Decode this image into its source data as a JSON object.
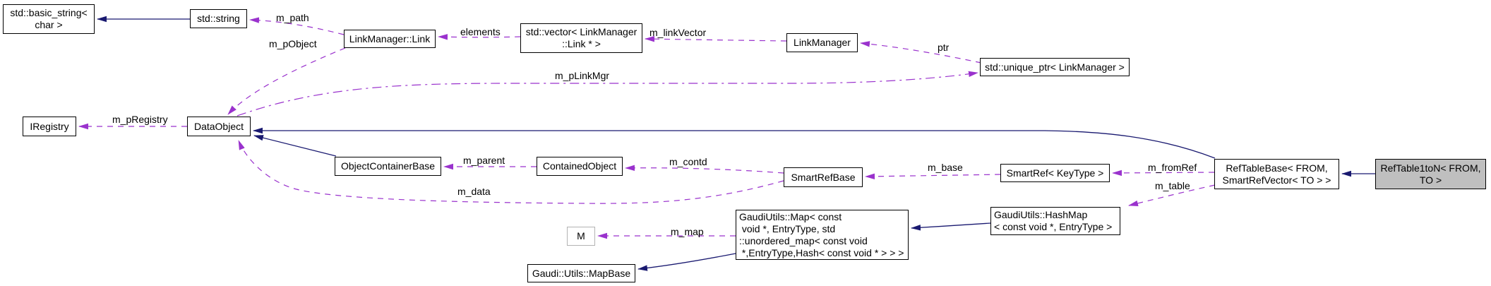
{
  "diagram": {
    "type": "doxygen-collaboration-graph",
    "colors": {
      "inheritance_edge": "#191970",
      "usage_edge": "#9a32cd",
      "node_border": "#000000",
      "node_background": "#ffffff",
      "current_node_background": "#bfbfbf",
      "template_param_border": "#b3b3b3"
    },
    "nodes": [
      {
        "id": "std-basic-string",
        "label": "std::basic_string<\nchar >"
      },
      {
        "id": "std-string",
        "label": "std::string"
      },
      {
        "id": "linkmanager-link",
        "label": "LinkManager::Link"
      },
      {
        "id": "std-vector-link",
        "label": "std::vector< LinkManager\n::Link * >"
      },
      {
        "id": "linkmanager",
        "label": "LinkManager"
      },
      {
        "id": "std-unique-ptr",
        "label": "std::unique_ptr< LinkManager >"
      },
      {
        "id": "iregistry",
        "label": "IRegistry"
      },
      {
        "id": "dataobject",
        "label": "DataObject"
      },
      {
        "id": "objectcontainerbase",
        "label": "ObjectContainerBase"
      },
      {
        "id": "containedobject",
        "label": "ContainedObject"
      },
      {
        "id": "smartrefbase",
        "label": "SmartRefBase"
      },
      {
        "id": "smartref-keytype",
        "label": "SmartRef< KeyType >"
      },
      {
        "id": "reftablebase",
        "label": "RefTableBase< FROM,\nSmartRefVector< TO > >"
      },
      {
        "id": "reftable1ton",
        "label": "RefTable1toN< FROM,\nTO >",
        "current": true
      },
      {
        "id": "gaudiutils-map",
        "label": "GaudiUtils::Map< const\n void *, EntryType, std\n::unordered_map< const void\n *,EntryType,Hash< const void * > > >"
      },
      {
        "id": "gaudiutils-hashmap",
        "label": "GaudiUtils::HashMap\n< const void *, EntryType >"
      },
      {
        "id": "template-param-m",
        "label": "M"
      },
      {
        "id": "gaudi-utils-mapbase",
        "label": "Gaudi::Utils::MapBase"
      }
    ],
    "edges": [
      {
        "from": "std-string",
        "to": "std-basic-string",
        "kind": "inheritance",
        "label": ""
      },
      {
        "from": "linkmanager-link",
        "to": "std-string",
        "kind": "usage",
        "label": "m_path"
      },
      {
        "from": "linkmanager-link",
        "to": "dataobject",
        "kind": "usage",
        "label": "m_pObject"
      },
      {
        "from": "std-vector-link",
        "to": "linkmanager-link",
        "kind": "usage",
        "label": "elements"
      },
      {
        "from": "linkmanager",
        "to": "std-vector-link",
        "kind": "usage",
        "label": "m_linkVector"
      },
      {
        "from": "std-unique-ptr",
        "to": "linkmanager",
        "kind": "usage",
        "label": "ptr"
      },
      {
        "from": "dataobject",
        "to": "std-unique-ptr",
        "kind": "usage",
        "label": "m_pLinkMgr"
      },
      {
        "from": "dataobject",
        "to": "iregistry",
        "kind": "usage",
        "label": "m_pRegistry"
      },
      {
        "from": "reftablebase",
        "to": "dataobject",
        "kind": "inheritance",
        "label": ""
      },
      {
        "from": "objectcontainerbase",
        "to": "dataobject",
        "kind": "inheritance",
        "label": ""
      },
      {
        "from": "containedobject",
        "to": "objectcontainerbase",
        "kind": "usage",
        "label": "m_parent"
      },
      {
        "from": "smartrefbase",
        "to": "containedobject",
        "kind": "usage",
        "label": "m_contd"
      },
      {
        "from": "smartrefbase",
        "to": "dataobject",
        "kind": "usage",
        "label": "m_data"
      },
      {
        "from": "smartref-keytype",
        "to": "smartrefbase",
        "kind": "usage",
        "label": "m_base"
      },
      {
        "from": "reftablebase",
        "to": "smartref-keytype",
        "kind": "usage",
        "label": "m_fromRef"
      },
      {
        "from": "reftablebase",
        "to": "gaudiutils-hashmap",
        "kind": "usage",
        "label": "m_table"
      },
      {
        "from": "reftable1ton",
        "to": "reftablebase",
        "kind": "inheritance",
        "label": ""
      },
      {
        "from": "gaudiutils-hashmap",
        "to": "gaudiutils-map",
        "kind": "inheritance",
        "label": ""
      },
      {
        "from": "gaudiutils-map",
        "to": "template-param-m",
        "kind": "usage",
        "label": "m_map"
      },
      {
        "from": "gaudiutils-map",
        "to": "gaudi-utils-mapbase",
        "kind": "inheritance",
        "label": ""
      }
    ]
  }
}
